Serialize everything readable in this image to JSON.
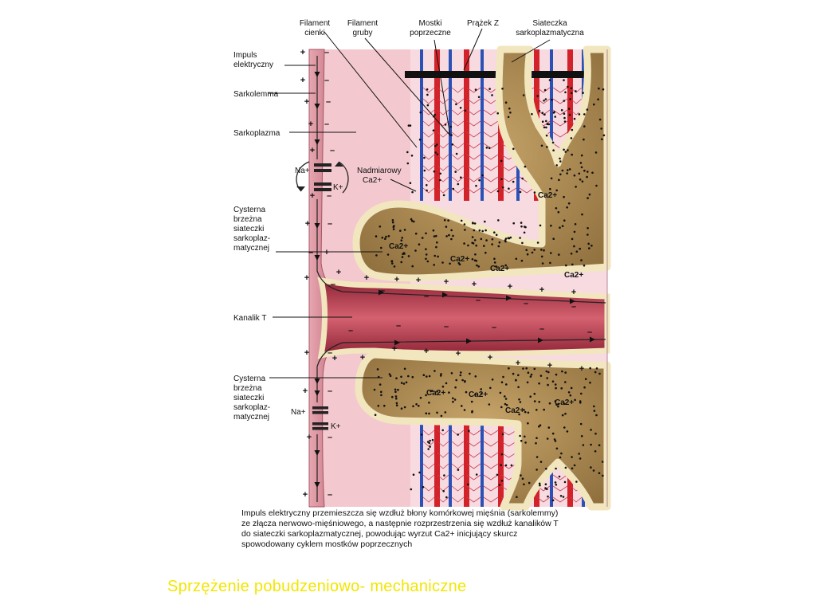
{
  "labels": {
    "thin_filament": [
      "Filament",
      "cienki"
    ],
    "thick_filament": [
      "Filament",
      "gruby"
    ],
    "cross_bridges": [
      "Mostki",
      "poprzeczne"
    ],
    "z_band": [
      "Prążek Z"
    ],
    "sr": [
      "Siateczka",
      "sarkoplazmatyczna"
    ],
    "impulse": [
      "Impuls",
      "elektryczny"
    ],
    "sarcolemma": [
      "Sarkolemma"
    ],
    "sarcoplasm": [
      "Sarkoplazma"
    ],
    "excess_ca": [
      "Nadmiarowy",
      "Ca2+"
    ],
    "cistern_top": [
      "Cysterna",
      "brzeżna",
      "siateczki",
      "sarkoplaz-",
      "matycznej"
    ],
    "t_tubule": [
      "Kanalik T"
    ],
    "cistern_bottom": [
      "Cysterna",
      "brzeżna",
      "siateczki",
      "sarkoplaz-",
      "matycznej"
    ],
    "na": "Na+",
    "k": "K+",
    "ca": "Ca2+"
  },
  "caption": [
    "Impuls elektryczny przemieszcza się wzdłuż błony komórkowej mięśnia (sarkolemmy)",
    "ze złącza nerwowo-mięśniowego, a następnie rozprzestrzenia się wzdłuż kanalików T",
    "do siateczki sarkoplazmatycznej, powodując wyrzut Ca2+ inicjujący skurcz",
    "spowodowany cyklem mostków poprzecznych"
  ],
  "slide_title": "Sprzężenie  pobudzeniowo- mechaniczne",
  "colors": {
    "sarcoplasm": "#f3c9cf",
    "membrane": "#c97a86",
    "thin_filament": "#d2232a",
    "thick_filament": "#2b50b6",
    "sr_wall": "#f2e6bf",
    "sr_lumen": "#b28f55",
    "t_tubule": "#b5374a",
    "title": "#f2e600"
  }
}
